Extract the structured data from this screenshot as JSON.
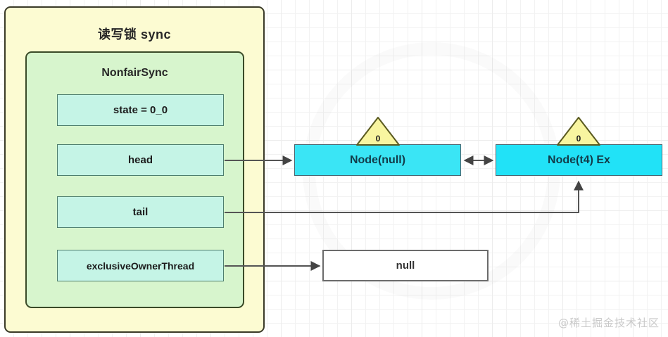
{
  "diagram": {
    "outer": {
      "title": "读写锁 sync",
      "fill": "#fcfbd2",
      "stroke": "#3a3a28"
    },
    "inner": {
      "title": "NonfairSync",
      "fill": "#d7f5cd",
      "stroke": "#3a4a28"
    },
    "fields": [
      {
        "id": "state",
        "label": "state = 0_0"
      },
      {
        "id": "head",
        "label": "head"
      },
      {
        "id": "tail",
        "label": "tail"
      },
      {
        "id": "exclusiveOwnerThread",
        "label": "exclusiveOwnerThread"
      }
    ],
    "nodes": [
      {
        "id": "node-head",
        "label": "Node(null)",
        "waitStatus": "0",
        "fill": "#3ae5f5"
      },
      {
        "id": "node-tail",
        "label": "Node(t4) Ex",
        "waitStatus": "0",
        "fill": "#21e2f7"
      }
    ],
    "null_box": {
      "label": "null",
      "fill": "#ffffff",
      "stroke": "#6b6b6b"
    },
    "edges": [
      {
        "from": "head",
        "to": "node-head",
        "type": "arrow"
      },
      {
        "from": "node-head",
        "to": "node-tail",
        "type": "double-arrow"
      },
      {
        "from": "tail",
        "to": "node-tail",
        "type": "arrow-elbow"
      },
      {
        "from": "exclusiveOwnerThread",
        "to": "null-box",
        "type": "arrow"
      }
    ],
    "colors": {
      "field_fill": "#c5f4e6",
      "field_stroke": "#4e7d6d",
      "triangle_fill": "#f8f5a0",
      "triangle_stroke": "#5a5a20",
      "edge_stroke": "#555555"
    },
    "watermark": "@稀土掘金技术社区"
  }
}
